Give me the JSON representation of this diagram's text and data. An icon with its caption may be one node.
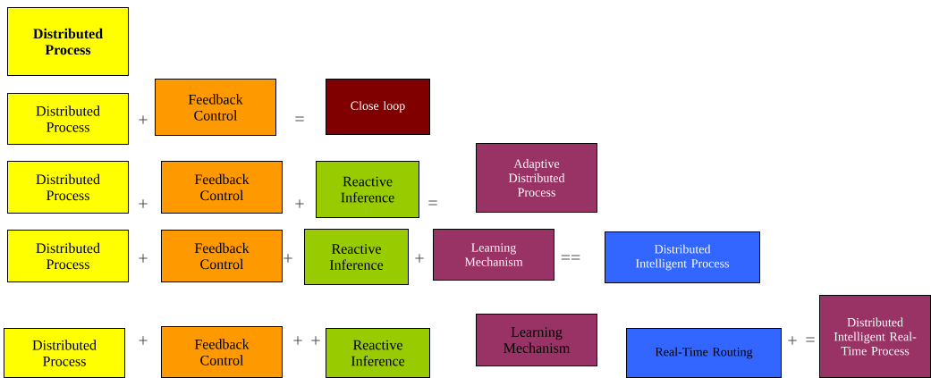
{
  "diagram": {
    "nodes": [
      {
        "text": [
          "Distributed Process"
        ]
      },
      {
        "text": [
          "Distributed Process"
        ]
      },
      {
        "text": [
          "Feedback Control"
        ]
      },
      {
        "text": [
          "Close loop"
        ]
      },
      {
        "text": [
          "Distributed Process"
        ]
      },
      {
        "text": [
          "Feedback Control"
        ]
      },
      {
        "text": [
          "Reactive Inference"
        ]
      },
      {
        "text": [
          "Adaptive Distributed Process"
        ]
      },
      {
        "text": [
          "Distributed Process"
        ]
      },
      {
        "text": [
          "Feedback Control"
        ]
      },
      {
        "text": [
          "Reactive Inference"
        ]
      },
      {
        "text": [
          "Learning Mechanism"
        ]
      },
      {
        "text": [
          "Distributed Intelligent Process"
        ]
      },
      {
        "text": [
          "Distributed Process"
        ]
      },
      {
        "text": [
          "Feedback Control"
        ]
      },
      {
        "text": [
          "Reactive Inference"
        ]
      },
      {
        "text": [
          "Learning Mechanism"
        ]
      },
      {
        "text": [
          "Real-Time Routing"
        ]
      },
      {
        "text": [
          "Distributed Intelligent Real-Time Process"
        ]
      }
    ],
    "labels": [
      "+",
      "=",
      "+",
      "+",
      "=",
      "+",
      "+",
      "+",
      "==",
      "+",
      "+",
      "+",
      "+",
      "="
    ]
  }
}
